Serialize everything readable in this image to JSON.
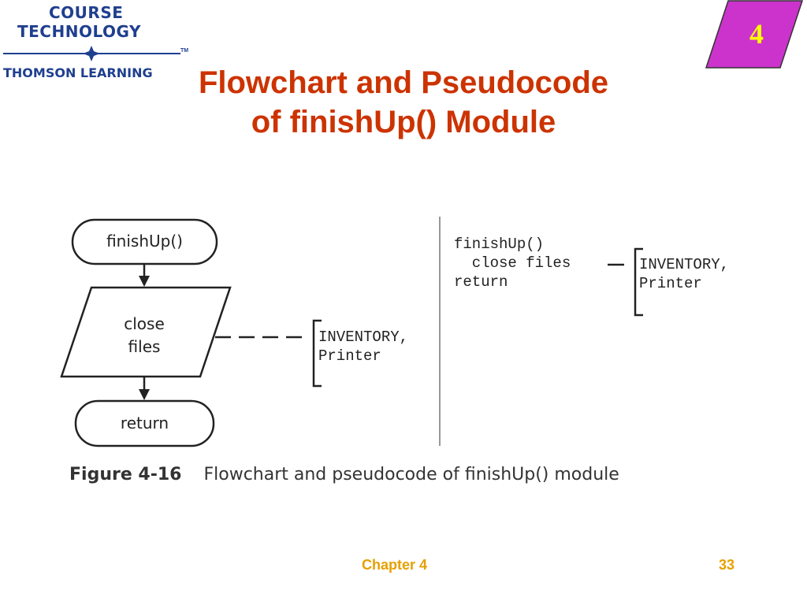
{
  "logo": {
    "line1": "COURSE",
    "line2": "TECHNOLOGY",
    "line3": "THOMSON LEARNING",
    "tm": "TM",
    "brand_color": "#1f3f8f"
  },
  "chapter_badge": {
    "number": "4",
    "fill_color": "#cc33cc",
    "text_color": "#ffff00"
  },
  "title": {
    "line1": "Flowchart and Pseudocode",
    "line2": "of finishUp() Module",
    "color": "#cc3300"
  },
  "flowchart": {
    "start_label": "finishUp()",
    "io_label_line1": "close",
    "io_label_line2": "files",
    "annotation_line1": "INVENTORY,",
    "annotation_line2": "Printer",
    "end_label": "return"
  },
  "pseudocode": {
    "line1": "finishUp()",
    "line2": "  close files",
    "line3": "return",
    "annotation_line1": "INVENTORY,",
    "annotation_line2": "Printer"
  },
  "caption": {
    "figure_number": "Figure 4-16",
    "text": "Flowchart and pseudocode of finishUp() module"
  },
  "footer": {
    "chapter": "Chapter 4",
    "page": "33",
    "color": "#e6a000"
  }
}
